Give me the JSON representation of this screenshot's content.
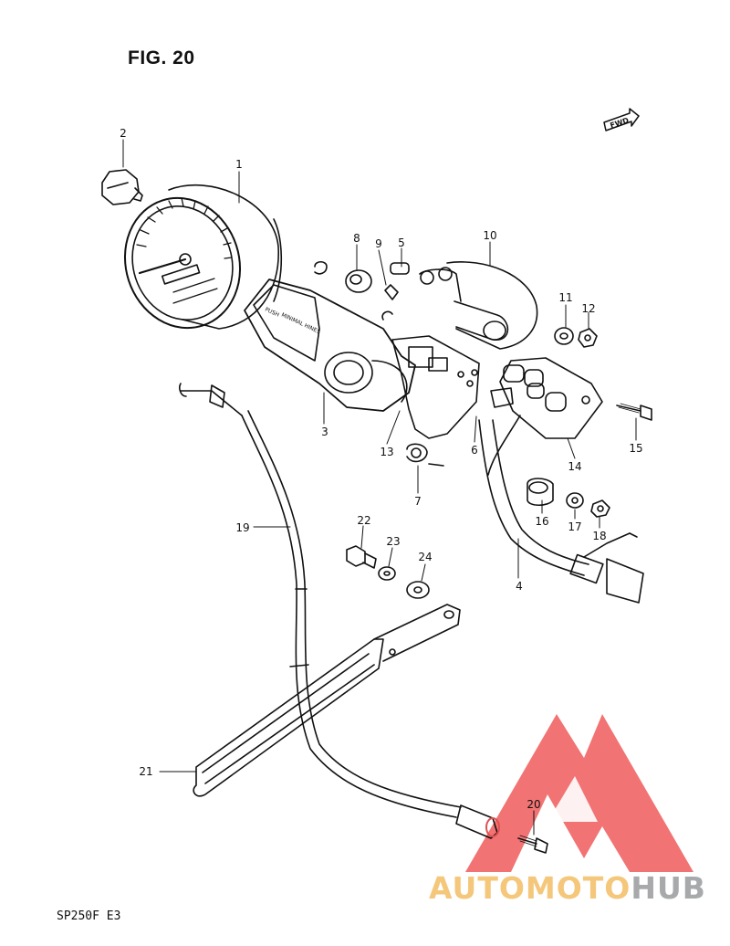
{
  "figure": {
    "title": "FIG. 20",
    "fwd_label": "FWD"
  },
  "model_code": "SP250F E3",
  "watermark": {
    "brand_part1": "AUTOMOTO",
    "brand_part2": "HUB",
    "triangle_color": "#f05a5a",
    "text_color_1": "#f4c77b",
    "text_color_2": "#a7a9ab"
  },
  "gauge_face": {
    "label_line1": "PUSH",
    "label_line2": "MINIMAL HINES"
  },
  "callouts": [
    "1",
    "2",
    "3",
    "4",
    "5",
    "6",
    "7",
    "8",
    "9",
    "10",
    "11",
    "12",
    "13",
    "14",
    "15",
    "16",
    "17",
    "18",
    "19",
    "20",
    "21",
    "22",
    "23",
    "24"
  ]
}
